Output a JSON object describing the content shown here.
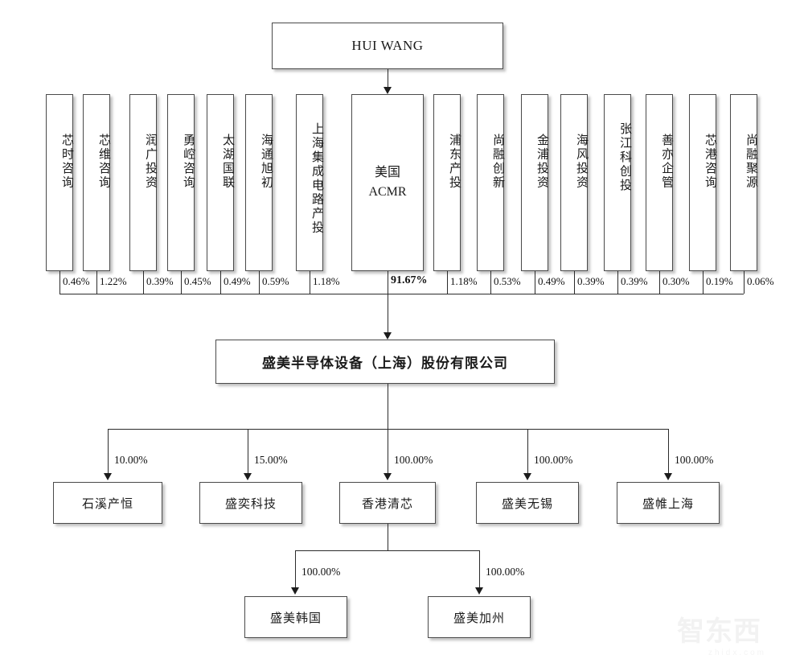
{
  "diagram": {
    "title": "Shareholding and Subsidiary Structure Chart",
    "root": {
      "label": "HUI WANG"
    },
    "company": {
      "label": "盛美半导体设备（上海）股份有限公司"
    },
    "shareholders": [
      {
        "label": "芯时咨询",
        "percent": "0.46%",
        "vertical": true,
        "bold": false
      },
      {
        "label": "芯维咨询",
        "percent": "1.22%",
        "vertical": true,
        "bold": false
      },
      {
        "label": "润广投资",
        "percent": "0.39%",
        "vertical": true,
        "bold": false
      },
      {
        "label": "勇崆咨询",
        "percent": "0.45%",
        "vertical": true,
        "bold": false
      },
      {
        "label": "太湖国联",
        "percent": "0.49%",
        "vertical": true,
        "bold": false
      },
      {
        "label": "海通旭初",
        "percent": "0.59%",
        "vertical": true,
        "bold": false
      },
      {
        "label": "上海集成电路产投",
        "percent": "1.18%",
        "vertical": true,
        "bold": false
      },
      {
        "label": "美国\nACMR",
        "percent": "91.67%",
        "vertical": false,
        "bold": true
      },
      {
        "label": "浦东产投",
        "percent": "1.18%",
        "vertical": true,
        "bold": false
      },
      {
        "label": "尚融创新",
        "percent": "0.53%",
        "vertical": true,
        "bold": false
      },
      {
        "label": "金浦投资",
        "percent": "0.49%",
        "vertical": true,
        "bold": false
      },
      {
        "label": "海风投资",
        "percent": "0.39%",
        "vertical": true,
        "bold": false
      },
      {
        "label": "张江科创投",
        "percent": "0.39%",
        "vertical": true,
        "bold": false
      },
      {
        "label": "善亦企管",
        "percent": "0.30%",
        "vertical": true,
        "bold": false
      },
      {
        "label": "芯港咨询",
        "percent": "0.19%",
        "vertical": true,
        "bold": false
      },
      {
        "label": "尚融聚源",
        "percent": "0.06%",
        "vertical": true,
        "bold": false
      }
    ],
    "subsidiaries": [
      {
        "label": "石溪产恒",
        "percent": "10.00%"
      },
      {
        "label": "盛奕科技",
        "percent": "15.00%"
      },
      {
        "label": "香港清芯",
        "percent": "100.00%"
      },
      {
        "label": "盛美无锡",
        "percent": "100.00%"
      },
      {
        "label": "盛帷上海",
        "percent": "100.00%"
      }
    ],
    "sub_subsidiaries": [
      {
        "label": "盛美韩国",
        "percent": "100.00%"
      },
      {
        "label": "盛美加州",
        "percent": "100.00%"
      }
    ],
    "watermark": {
      "mark": "智东西",
      "url": "zhidx.com"
    },
    "colors": {
      "box_border": "#4a4a4a",
      "line": "#2b2b2b",
      "text": "#1a1a1a",
      "background": "#ffffff"
    }
  }
}
